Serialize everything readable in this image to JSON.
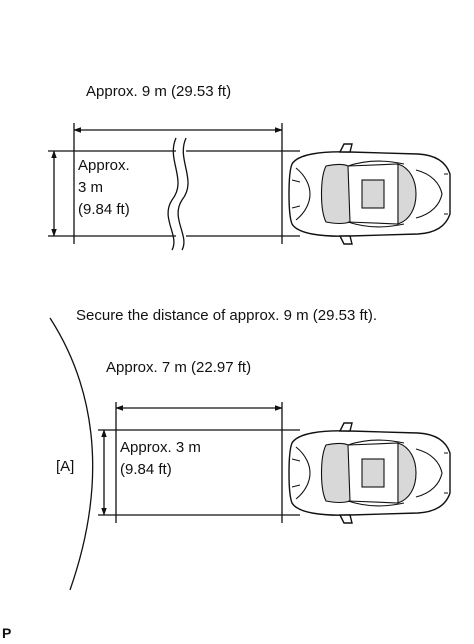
{
  "diagram1": {
    "width_label": "Approx. 9 m (29.53 ft)",
    "height_label_line1": "Approx.",
    "height_label_line2": "3 m",
    "height_label_line3": "(9.84 ft)"
  },
  "instruction": "Secure the distance of approx. 9 m (29.53 ft).",
  "diagram2": {
    "width_label": "Approx. 7 m (22.97 ft)",
    "height_label_line1": "Approx. 3 m",
    "height_label_line2": "(9.84 ft)",
    "area_label": "[A]"
  },
  "footer_mark": "P"
}
